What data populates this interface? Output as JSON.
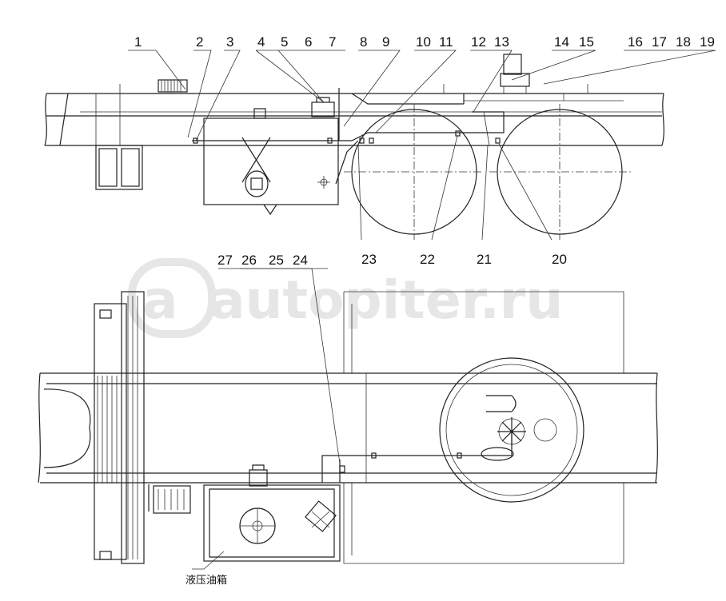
{
  "callouts_top": [
    "1",
    "2",
    "3",
    "4",
    "5",
    "6",
    "7",
    "8",
    "9",
    "10",
    "11",
    "12",
    "13",
    "14",
    "15",
    "16",
    "17",
    "18",
    "19"
  ],
  "callouts_bottom_row": [
    "23",
    "22",
    "21",
    "20"
  ],
  "callouts_plan": [
    "27",
    "26",
    "25",
    "24"
  ],
  "tank_label": "液压油箱",
  "watermark": "autopiter.ru",
  "icons": {
    "watermark_logo": "autopiter-logo-icon"
  }
}
